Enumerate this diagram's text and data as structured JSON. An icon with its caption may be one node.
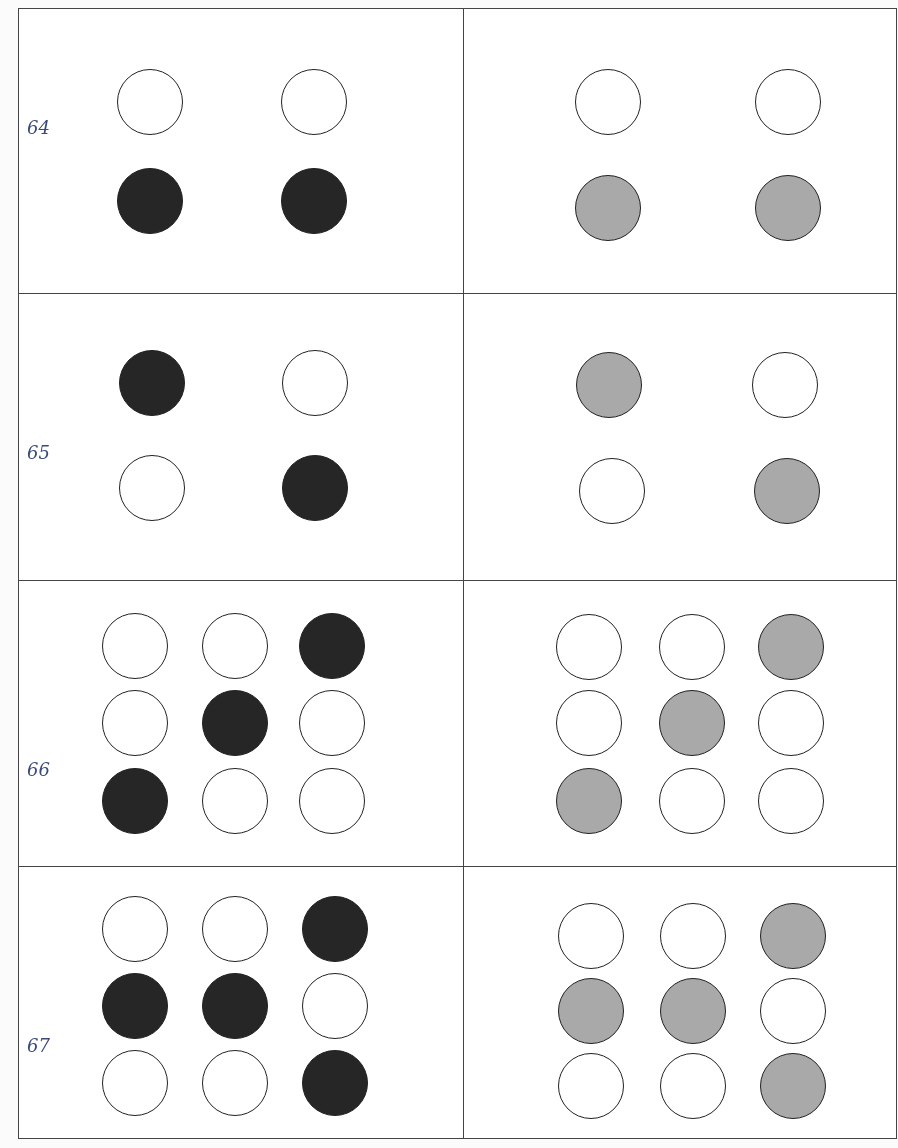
{
  "diagram": {
    "nodes": [
      {
        "text": [
          "64"
        ]
      },
      {
        "text": [],
        "shape": "circle",
        "in": 0
      },
      {
        "text": [],
        "shape": "circle",
        "in": 0
      },
      {
        "text": [],
        "shape": "dot",
        "in": 0
      },
      {
        "text": [],
        "shape": "dot",
        "in": 0
      },
      {
        "text": [],
        "shape": "box"
      },
      {
        "text": [],
        "shape": "circle",
        "in": 5
      },
      {
        "text": [],
        "shape": "circle",
        "in": 5
      },
      {
        "text": [],
        "shape": "disc",
        "in": 5
      },
      {
        "text": [],
        "shape": "disc",
        "in": 5
      },
      {
        "text": [
          "65"
        ]
      },
      {
        "text": [],
        "shape": "dot",
        "in": 10
      },
      {
        "text": [],
        "shape": "circle",
        "in": 10
      },
      {
        "text": [],
        "shape": "circle",
        "in": 10
      },
      {
        "text": [],
        "shape": "dot",
        "in": 10
      },
      {
        "text": [],
        "shape": "box"
      },
      {
        "text": [],
        "shape": "disc",
        "in": 15
      },
      {
        "text": [],
        "shape": "circle",
        "in": 15
      },
      {
        "text": [],
        "shape": "circle",
        "in": 15
      },
      {
        "text": [],
        "shape": "disc",
        "in": 15
      },
      {
        "text": [
          "66"
        ]
      },
      {
        "text": [],
        "shape": "circle",
        "in": 20
      },
      {
        "text": [],
        "shape": "circle",
        "in": 20
      },
      {
        "text": [],
        "shape": "dot",
        "in": 20
      },
      {
        "text": [],
        "shape": "circle",
        "in": 20
      },
      {
        "text": [],
        "shape": "dot",
        "in": 20
      },
      {
        "text": [],
        "shape": "circle",
        "in": 20
      },
      {
        "text": [],
        "shape": "dot",
        "in": 20
      },
      {
        "text": [],
        "shape": "circle",
        "in": 20
      },
      {
        "text": [],
        "shape": "circle",
        "in": 20
      },
      {
        "text": [],
        "shape": "box"
      },
      {
        "text": [],
        "shape": "circle",
        "in": 30
      },
      {
        "text": [],
        "shape": "circle",
        "in": 30
      },
      {
        "text": [],
        "shape": "disc",
        "in": 30
      },
      {
        "text": [],
        "shape": "circle",
        "in": 30
      },
      {
        "text": [],
        "shape": "disc",
        "in": 30
      },
      {
        "text": [],
        "shape": "circle",
        "in": 30
      },
      {
        "text": [],
        "shape": "disc",
        "in": 30
      },
      {
        "text": [],
        "shape": "circle",
        "in": 30
      },
      {
        "text": [],
        "shape": "circle",
        "in": 30
      },
      {
        "text": [
          "67"
        ]
      },
      {
        "text": [],
        "shape": "circle",
        "in": 40
      },
      {
        "text": [],
        "shape": "circle",
        "in": 40
      },
      {
        "text": [],
        "shape": "dot",
        "in": 40
      },
      {
        "text": [],
        "shape": "dot",
        "in": 40
      },
      {
        "text": [],
        "shape": "dot",
        "in": 40
      },
      {
        "text": [],
        "shape": "circle",
        "in": 40
      },
      {
        "text": [],
        "shape": "circle",
        "in": 40
      },
      {
        "text": [],
        "shape": "circle",
        "in": 40
      },
      {
        "text": [],
        "shape": "dot",
        "in": 40
      },
      {
        "text": [],
        "shape": "box"
      },
      {
        "text": [],
        "shape": "circle",
        "in": 50
      },
      {
        "text": [],
        "shape": "circle",
        "in": 50
      },
      {
        "text": [],
        "shape": "disc",
        "in": 50
      },
      {
        "text": [],
        "shape": "disc",
        "in": 50
      },
      {
        "text": [],
        "shape": "disc",
        "in": 50
      },
      {
        "text": [],
        "shape": "circle",
        "in": 50
      },
      {
        "text": [],
        "shape": "circle",
        "in": 50
      },
      {
        "text": [],
        "shape": "circle",
        "in": 50
      },
      {
        "text": [],
        "shape": "disc",
        "in": 50
      }
    ]
  }
}
